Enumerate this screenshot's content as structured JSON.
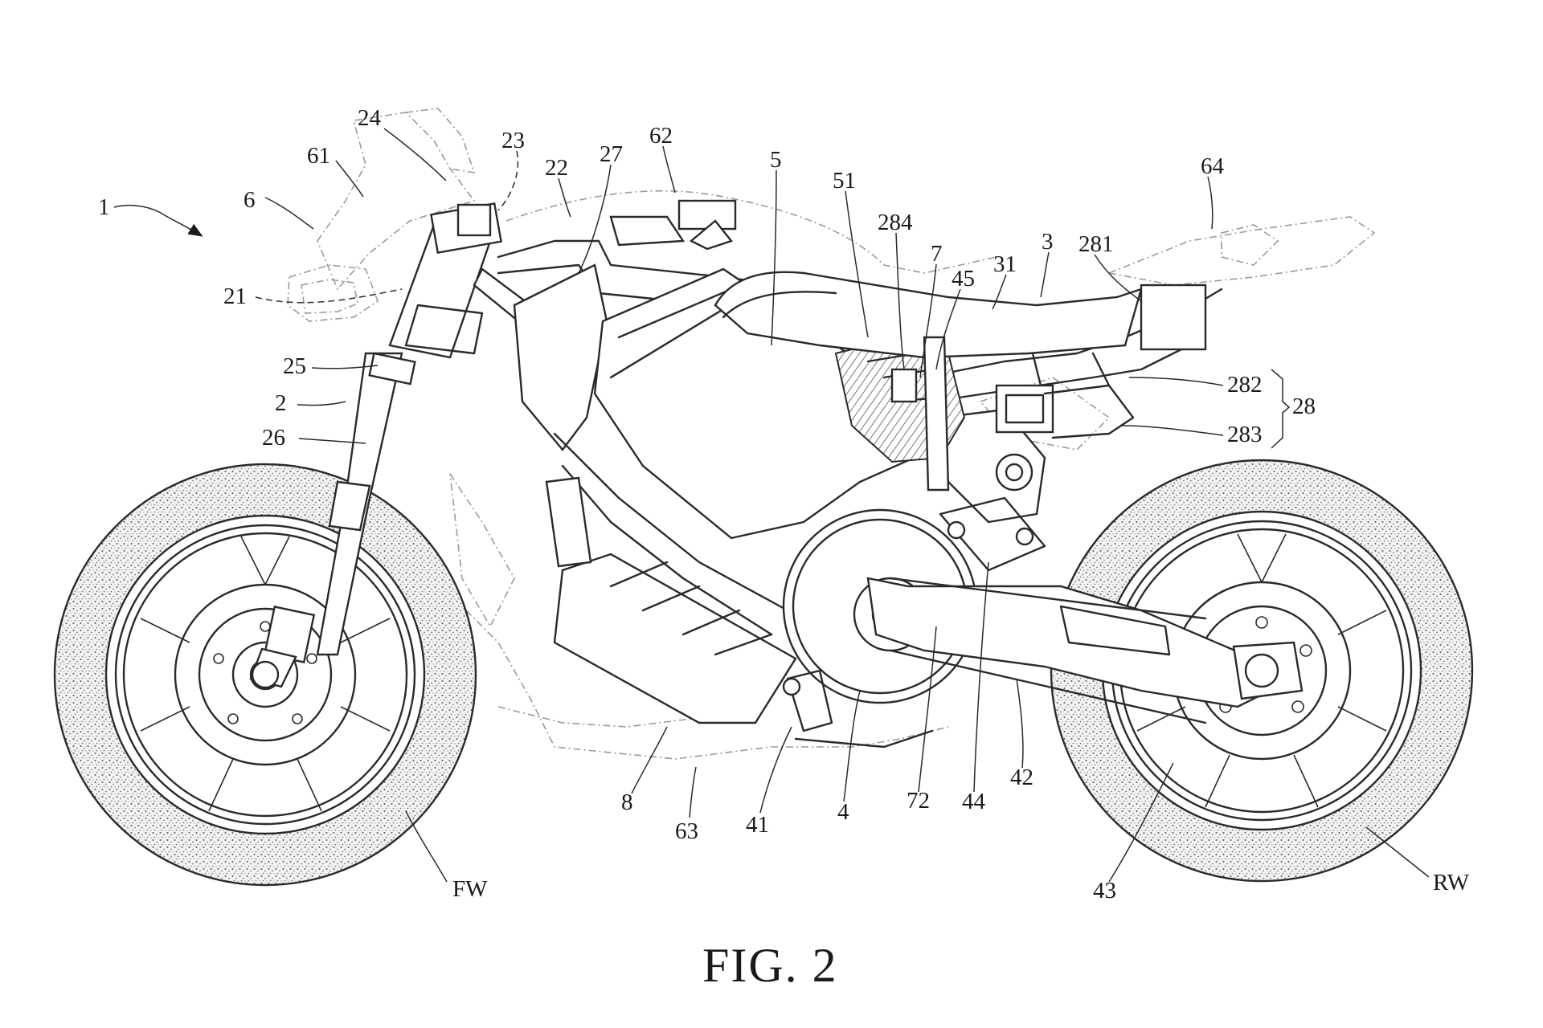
{
  "figure": {
    "caption": "FIG. 2"
  },
  "labels": {
    "l1": "1",
    "l2": "2",
    "l3": "3",
    "l4": "4",
    "l5": "5",
    "l6": "6",
    "l7": "7",
    "l8": "8",
    "l21": "21",
    "l22": "22",
    "l23": "23",
    "l24": "24",
    "l25": "25",
    "l26": "26",
    "l27": "27",
    "l28": "28",
    "l31": "31",
    "l41": "41",
    "l42": "42",
    "l43": "43",
    "l44": "44",
    "l45": "45",
    "l51": "51",
    "l61": "61",
    "l62": "62",
    "l63": "63",
    "l64": "64",
    "l72": "72",
    "l281": "281",
    "l282": "282",
    "l283": "283",
    "l284": "284",
    "fw": "FW",
    "rw": "RW"
  }
}
